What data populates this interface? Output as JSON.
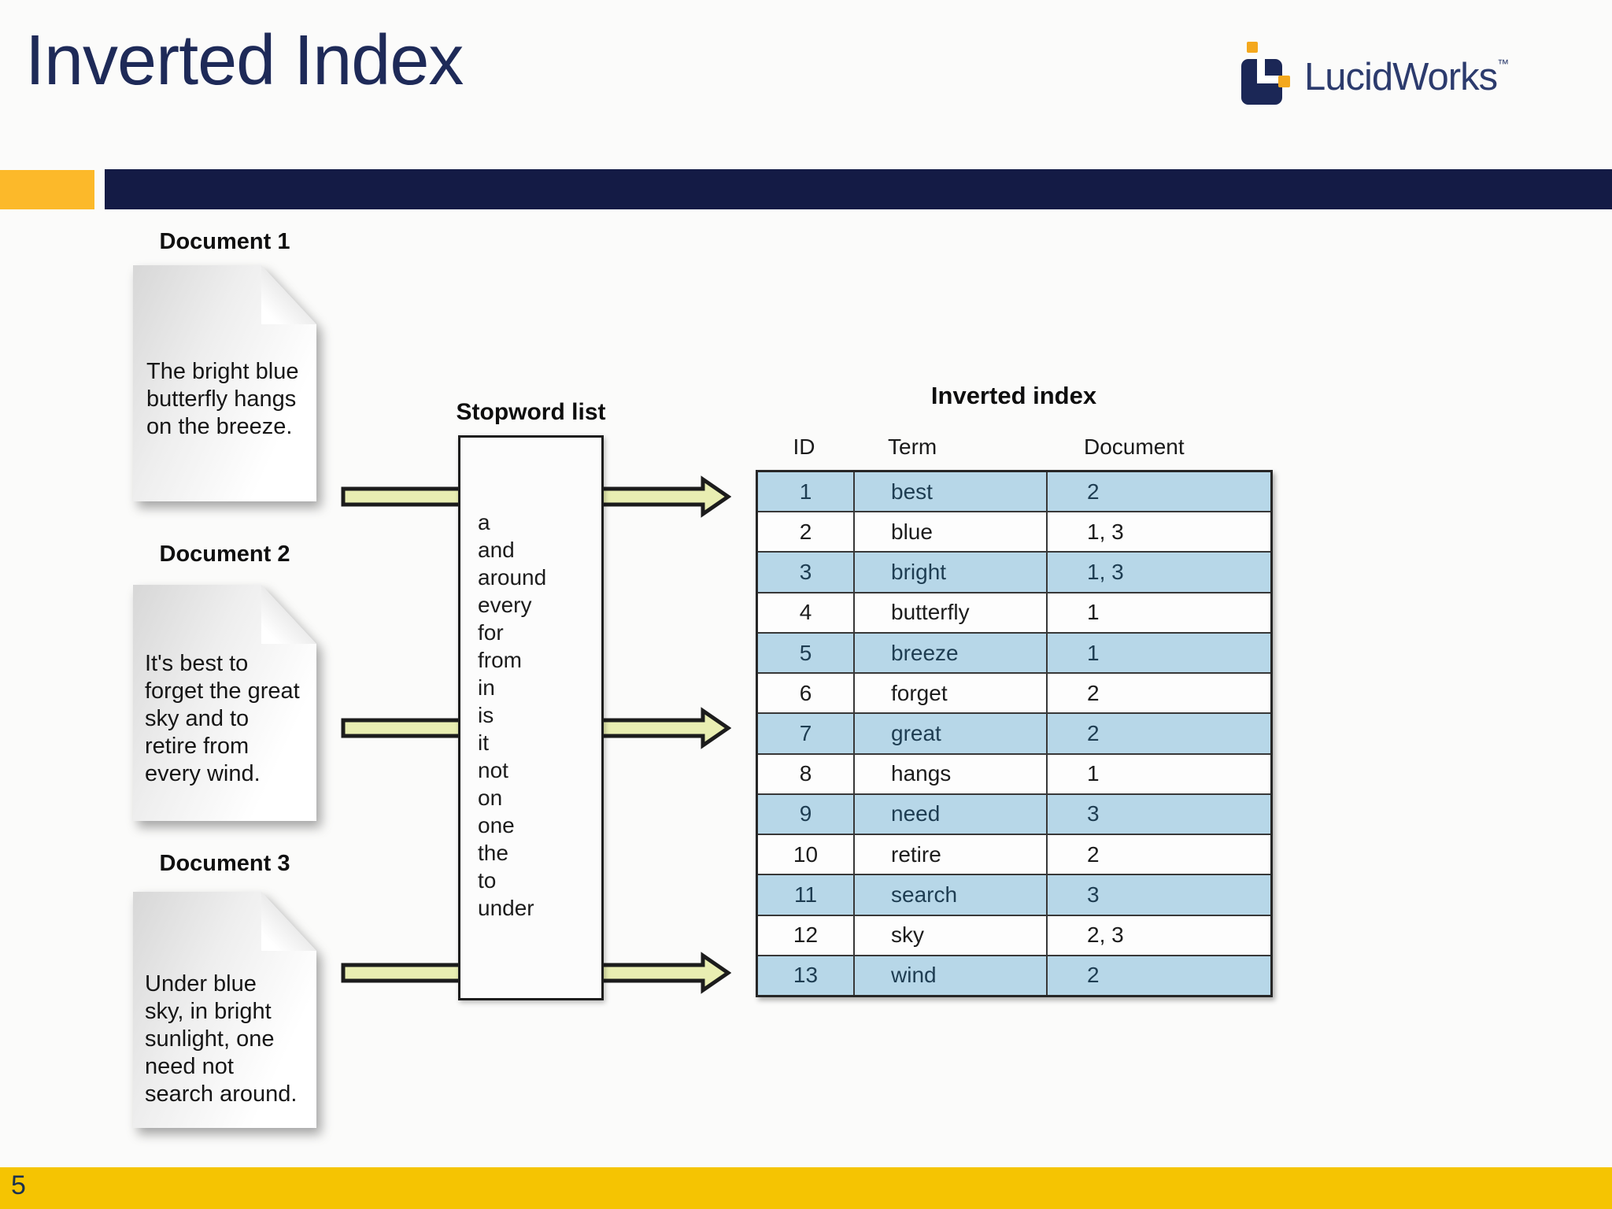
{
  "slide": {
    "title": "Inverted Index",
    "page_number": "5"
  },
  "logo": {
    "text": "LucidWorks",
    "tm": "™"
  },
  "documents": [
    {
      "label": "Document 1",
      "lines": [
        "The bright blue",
        "butterfly hangs",
        "on the breeze."
      ]
    },
    {
      "label": "Document 2",
      "lines": [
        "It's best to",
        "forget the great",
        "sky and to",
        "retire from",
        "every wind."
      ]
    },
    {
      "label": "Document 3",
      "lines": [
        "Under blue",
        "sky, in bright",
        "sunlight, one",
        "need not",
        "search around."
      ]
    }
  ],
  "stopword_list": {
    "title": "Stopword list",
    "words": [
      "a",
      "and",
      "around",
      "every",
      "for",
      "from",
      "in",
      "is",
      "it",
      "not",
      "on",
      "one",
      "the",
      "to",
      "under"
    ]
  },
  "inverted_index": {
    "title": "Inverted index",
    "columns": [
      "ID",
      "Term",
      "Document"
    ],
    "rows": [
      {
        "id": "1",
        "term": "best",
        "documents": "2"
      },
      {
        "id": "2",
        "term": "blue",
        "documents": "1, 3"
      },
      {
        "id": "3",
        "term": "bright",
        "documents": "1, 3"
      },
      {
        "id": "4",
        "term": "butterfly",
        "documents": "1"
      },
      {
        "id": "5",
        "term": "breeze",
        "documents": "1"
      },
      {
        "id": "6",
        "term": "forget",
        "documents": "2"
      },
      {
        "id": "7",
        "term": "great",
        "documents": "2"
      },
      {
        "id": "8",
        "term": "hangs",
        "documents": "1"
      },
      {
        "id": "9",
        "term": "need",
        "documents": "3"
      },
      {
        "id": "10",
        "term": "retire",
        "documents": "2"
      },
      {
        "id": "11",
        "term": "search",
        "documents": "3"
      },
      {
        "id": "12",
        "term": "sky",
        "documents": "2, 3"
      },
      {
        "id": "13",
        "term": "wind",
        "documents": "2"
      }
    ]
  },
  "colors": {
    "navy": "#1e2a58",
    "navy_bar": "#141b45",
    "accent_yellow": "#fcb92a",
    "bar_gold": "#f5c402",
    "logo_yellow": "#f4a81d",
    "row_blue": "#b7d7e8",
    "arrow_fill": "#e9eeb2"
  }
}
